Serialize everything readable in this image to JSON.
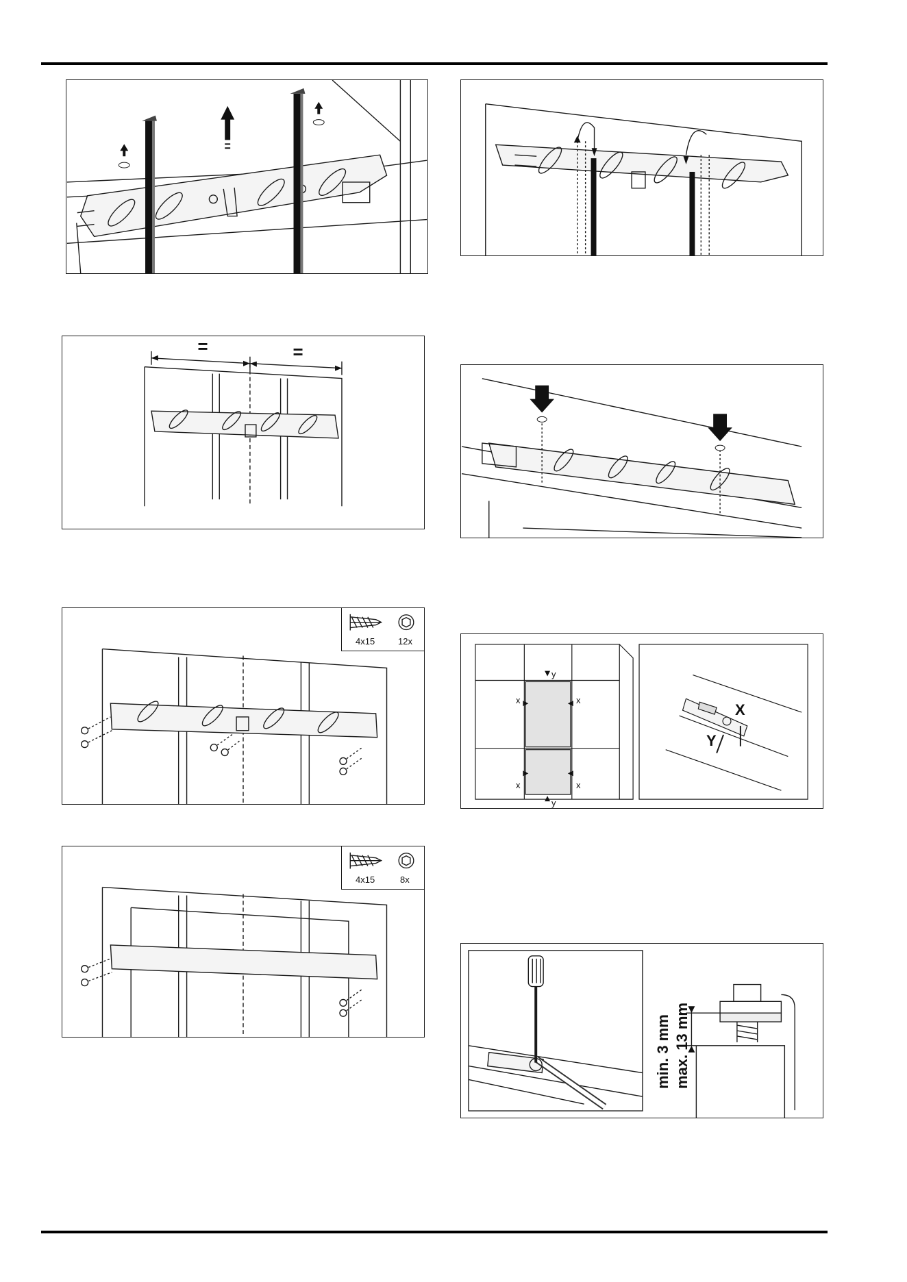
{
  "illustrations": {
    "screws_12": {
      "size_label": "4x15",
      "count_label": "12x"
    },
    "screws_8": {
      "size_label": "4x15",
      "count_label": "8x"
    },
    "adjust": {
      "label_x_small": "x",
      "label_y_small": "y",
      "label_x_big": "X",
      "label_y_big": "Y"
    },
    "nut": {
      "min_label": "min. 3 mm",
      "max_label": "max. 13 mm"
    }
  },
  "colors": {
    "line": "#1a1a1a",
    "rail": "#111111",
    "panel_fill": "#f2f2f2",
    "shade": "#d9d9d9"
  }
}
